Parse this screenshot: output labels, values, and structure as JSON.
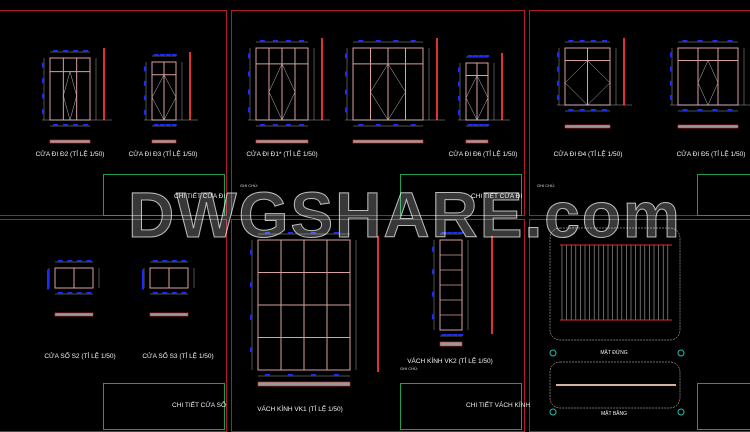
{
  "colors": {
    "border": "#b01c2a",
    "frame": "#d8a0a0",
    "dimension": "#1a2cff",
    "titleblock": "#1f9e52"
  },
  "sheets": [
    {
      "title": "CHI TIẾT CỬA ĐI",
      "labels": [
        "CỬA ĐI Đ2 (TỈ LỆ 1/50)",
        "CỬA ĐI Đ3 (TỈ LỆ 1/50)"
      ]
    },
    {
      "title": "CHI TIẾT CỬA ĐI",
      "labels": [
        "CỬA ĐI Đ1* (TỈ LỆ 1/50)",
        "CỬA ĐI Đ6 (TỈ LỆ 1/50)"
      ],
      "note": "GHI CHÚ:"
    },
    {
      "title": "",
      "labels": [
        "CỬA ĐI Đ4 (TỈ LỆ 1/50)",
        "CỬA ĐI Đ5 (TỈ LỆ 1/50)"
      ],
      "note": "GHI CHÚ:"
    },
    {
      "title": "CHI TIẾT CỬA SỔ",
      "labels": [
        "CỬA SỔ S2 (TỈ LỆ 1/50)",
        "CỬA SỔ S3 (TỈ LỆ 1/50)"
      ]
    },
    {
      "title": "CHI TIẾT VÁCH KÍNH",
      "labels": [
        "VÁCH KÍNH VK1 (TỈ LỆ 1/50)",
        "VÁCH KÍNH VK2 (TỈ LỆ 1/50)"
      ],
      "note": "GHI CHÚ:"
    },
    {
      "title": "",
      "labels": [
        "MẶT ĐỨNG",
        "MẶT BẰNG"
      ]
    }
  ],
  "watermark": "DWGSHARE.com"
}
